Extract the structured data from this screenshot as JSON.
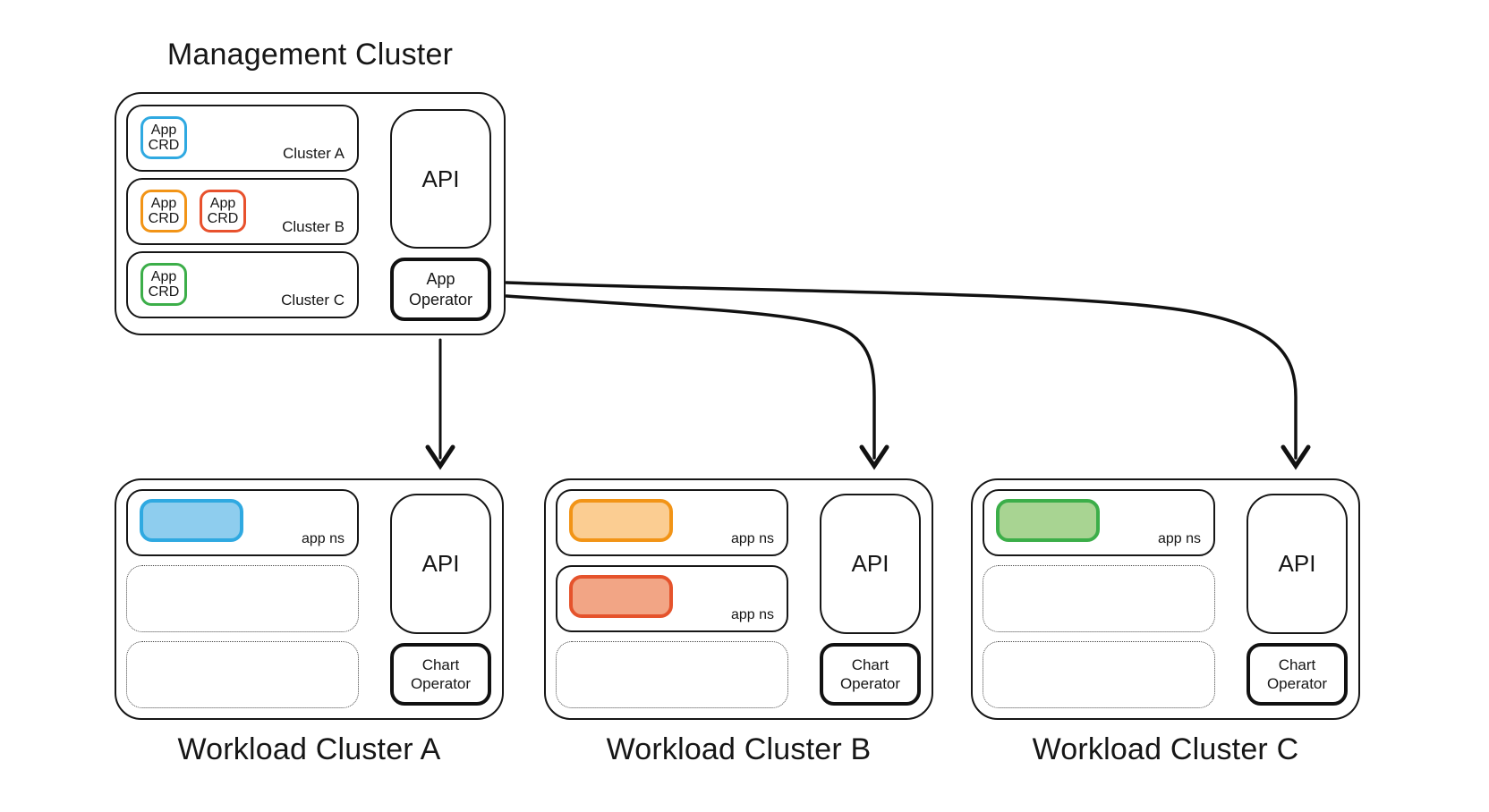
{
  "management": {
    "title": "Management Cluster",
    "api_label": "API",
    "app_operator_label": "App Operator",
    "crd_badge": {
      "line1": "App",
      "line2": "CRD"
    },
    "clusters": [
      {
        "label": "Cluster A",
        "crd_colors": [
          "#2fa9e1"
        ]
      },
      {
        "label": "Cluster B",
        "crd_colors": [
          "#f29416",
          "#e8512d"
        ]
      },
      {
        "label": "Cluster C",
        "crd_colors": [
          "#3cae49"
        ]
      }
    ]
  },
  "workloads": [
    {
      "title": "Workload Cluster A",
      "api_label": "API",
      "chart_operator_label": "Chart Operator",
      "namespaces": [
        {
          "label": "app ns",
          "border": "#2fa9e1",
          "fill": "#8ecdee"
        }
      ],
      "empty_slot_count": 2
    },
    {
      "title": "Workload Cluster B",
      "api_label": "API",
      "chart_operator_label": "Chart Operator",
      "namespaces": [
        {
          "label": "app ns",
          "border": "#f29416",
          "fill": "#fbcd92"
        },
        {
          "label": "app ns",
          "border": "#e5532c",
          "fill": "#f2a585"
        }
      ],
      "empty_slot_count": 1
    },
    {
      "title": "Workload Cluster C",
      "api_label": "API",
      "chart_operator_label": "Chart Operator",
      "namespaces": [
        {
          "label": "app ns",
          "border": "#3cae49",
          "fill": "#a8d492"
        }
      ],
      "empty_slot_count": 2
    }
  ]
}
